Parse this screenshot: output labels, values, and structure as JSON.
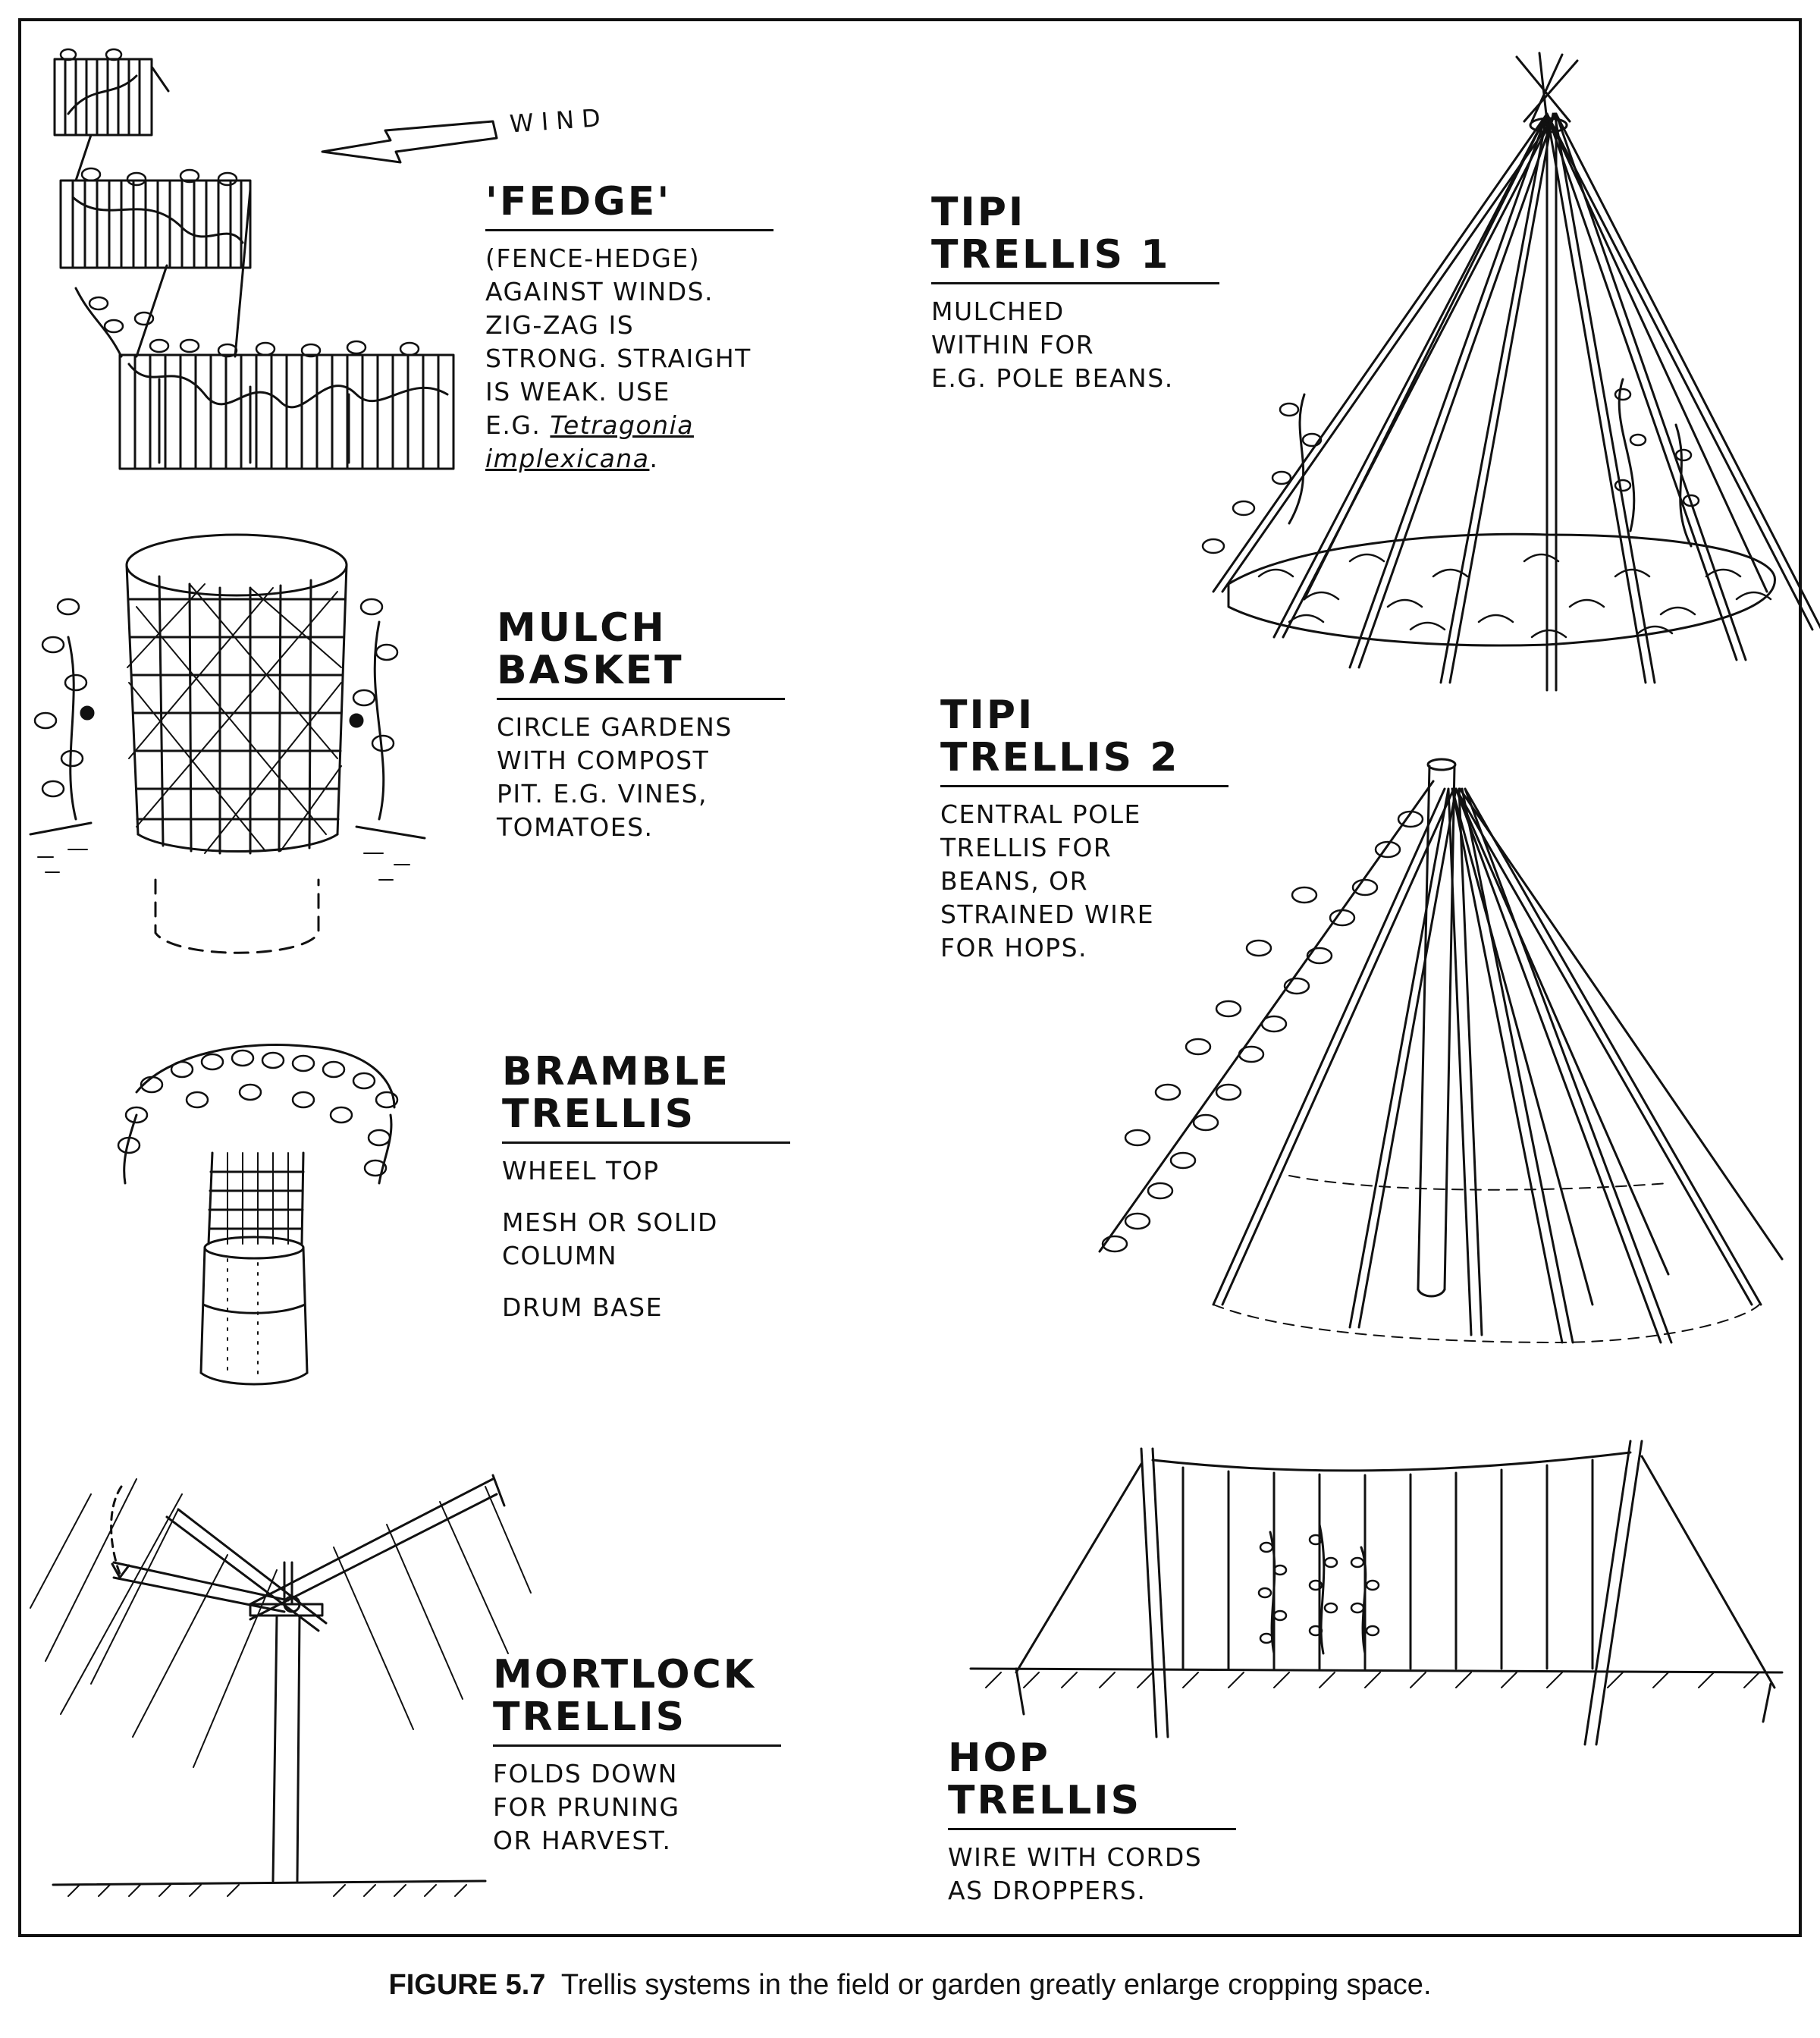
{
  "figure": {
    "label": "FIGURE 5.7",
    "caption": "Trellis systems in the field or garden greatly enlarge cropping space."
  },
  "panels": {
    "fedge": {
      "heading": [
        "'FEDGE'"
      ],
      "lines": [
        "(FENCE-HEDGE)",
        "AGAINST WINDS.",
        "ZIG-ZAG IS",
        "STRONG. STRAIGHT",
        "IS WEAK. USE",
        "E.G."
      ],
      "species_1": "Tetragonia",
      "species_2": "implexicana",
      "wind_label": "WIND"
    },
    "tipi1": {
      "heading": [
        "TIPI",
        "TRELLIS 1"
      ],
      "lines": [
        "MULCHED",
        "WITHIN FOR",
        "E.G. POLE BEANS."
      ]
    },
    "mulch_basket": {
      "heading": [
        "MULCH",
        "BASKET"
      ],
      "lines": [
        "CIRCLE GARDENS",
        "WITH COMPOST",
        "PIT. E.G. VINES,",
        "TOMATOES."
      ]
    },
    "tipi2": {
      "heading": [
        "TIPI",
        "TRELLIS 2"
      ],
      "lines": [
        "CENTRAL POLE",
        "TRELLIS FOR",
        "BEANS, OR",
        "STRAINED WIRE",
        "FOR HOPS."
      ]
    },
    "bramble": {
      "heading": [
        "BRAMBLE",
        "TRELLIS"
      ],
      "lines": [
        "WHEEL TOP",
        "MESH OR SOLID",
        "COLUMN",
        "DRUM BASE"
      ]
    },
    "mortlock": {
      "heading": [
        "MORTLOCK",
        "TRELLIS"
      ],
      "lines": [
        "FOLDS DOWN",
        "FOR PRUNING",
        "OR HARVEST."
      ]
    },
    "hop": {
      "heading": [
        "HOP",
        "TRELLIS"
      ],
      "lines": [
        "WIRE WITH CORDS",
        "AS DROPPERS."
      ]
    }
  },
  "colors": {
    "ink": "#111111",
    "paper": "#ffffff"
  }
}
